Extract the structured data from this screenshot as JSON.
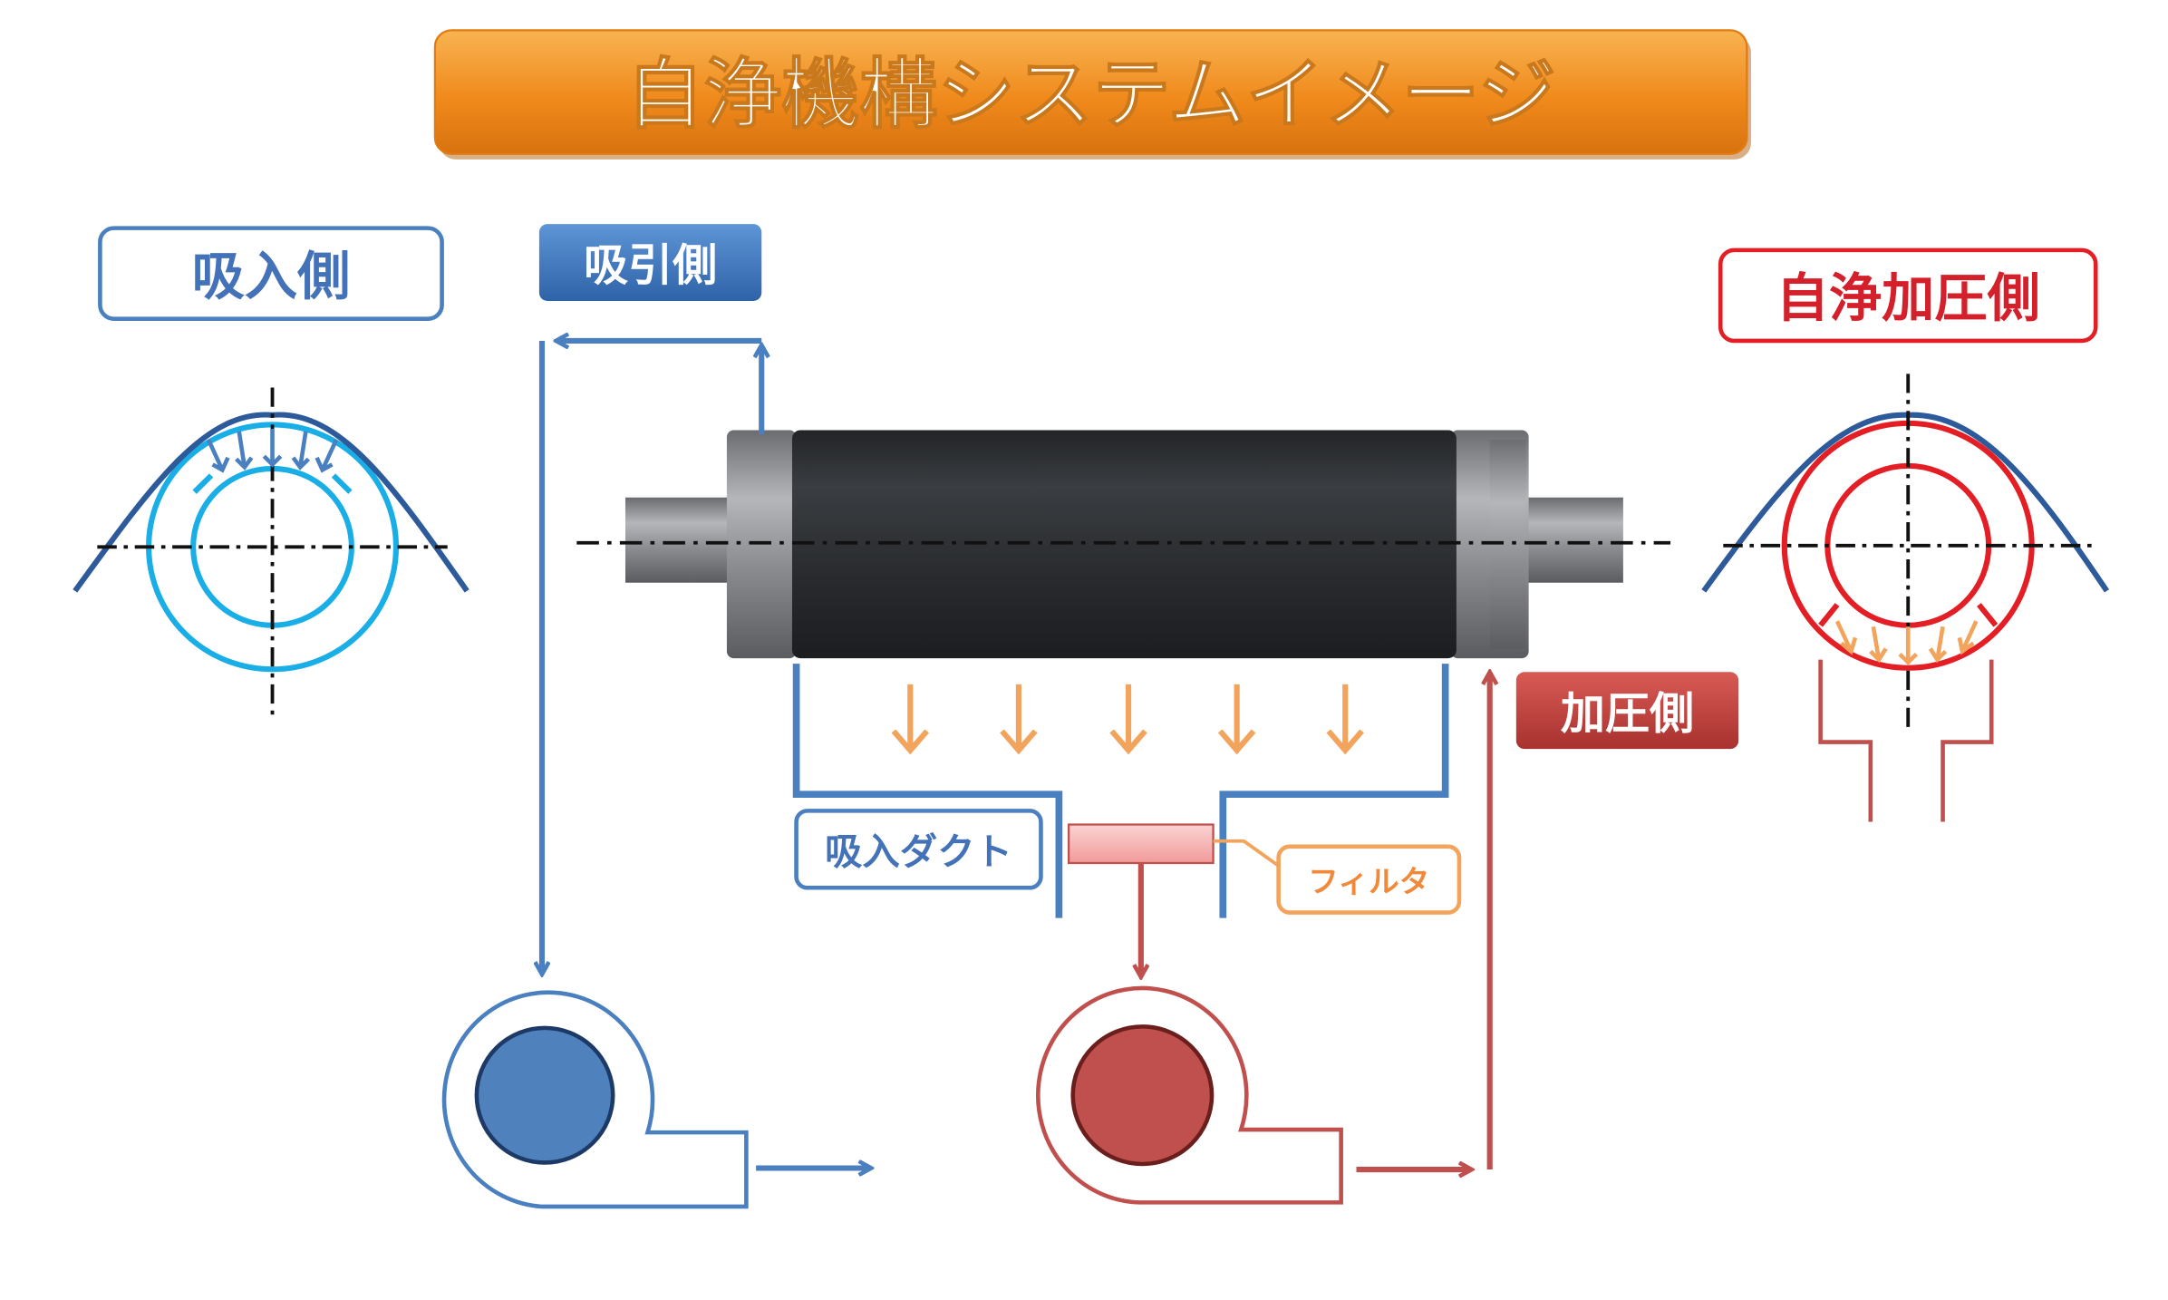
{
  "title": "自浄機構システムイメージ",
  "labels": {
    "suction_inlet": "吸入側",
    "suction_side": "吸引側",
    "self_clean_pressure_side": "自浄加圧側",
    "pressure_side": "加圧側",
    "suction_duct": "吸入ダクト",
    "filter": "フィルタ"
  },
  "colors": {
    "title_orange": "#f39a2e",
    "blue": "#4a7fc0",
    "light_blue": "#1aaee6",
    "red": "#e31e24",
    "dark_red": "#c0504d",
    "flow_orange": "#f2a35c",
    "roller_black": "#2e3033",
    "roller_steel": "#8c8e91"
  }
}
